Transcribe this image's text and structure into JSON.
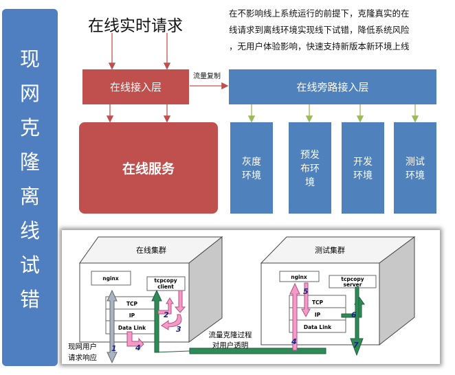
{
  "side_title": [
    "现",
    "网",
    "克",
    "隆",
    "离",
    "线",
    "试",
    "错"
  ],
  "title": "在线实时请求",
  "description": [
    "在不影响线上系统运行的前提下，克隆真实的在",
    "线请求到离线环境实现线下试错，降低系统风险",
    "，无用户体验影响，快速支持新版本新环境上线"
  ],
  "online_access": "在线接入层",
  "copy_label": "流量复制",
  "bypass_access": "在线旁路接入层",
  "online_service": "在线服务",
  "envs": [
    [
      "灰度",
      "环境"
    ],
    [
      "预发",
      "布环",
      "境"
    ],
    [
      "开发",
      "环境"
    ],
    [
      "测试",
      "环境"
    ]
  ],
  "diagram": {
    "online_cluster": "在线集群",
    "test_cluster": "测试集群",
    "nginx": "nginx",
    "tcpcopy_client": [
      "tcpcopy",
      "client"
    ],
    "tcpcopy_server": [
      "tcpcopy",
      "server"
    ],
    "tcp": "TCP",
    "ip": "IP",
    "datalink": "Data Link",
    "user_label": [
      "现网用户",
      "请求响应"
    ],
    "transparent": [
      "流量克隆过程",
      "对用户透明"
    ],
    "steps": [
      "1",
      "2",
      "3",
      "4",
      "4",
      "5",
      "6",
      "7"
    ]
  },
  "colors": {
    "red": "#c0504d",
    "blue": "#4f81bd",
    "side": "#4f7fc0",
    "pink": "#f59ac8",
    "green": "#2e8b57"
  }
}
